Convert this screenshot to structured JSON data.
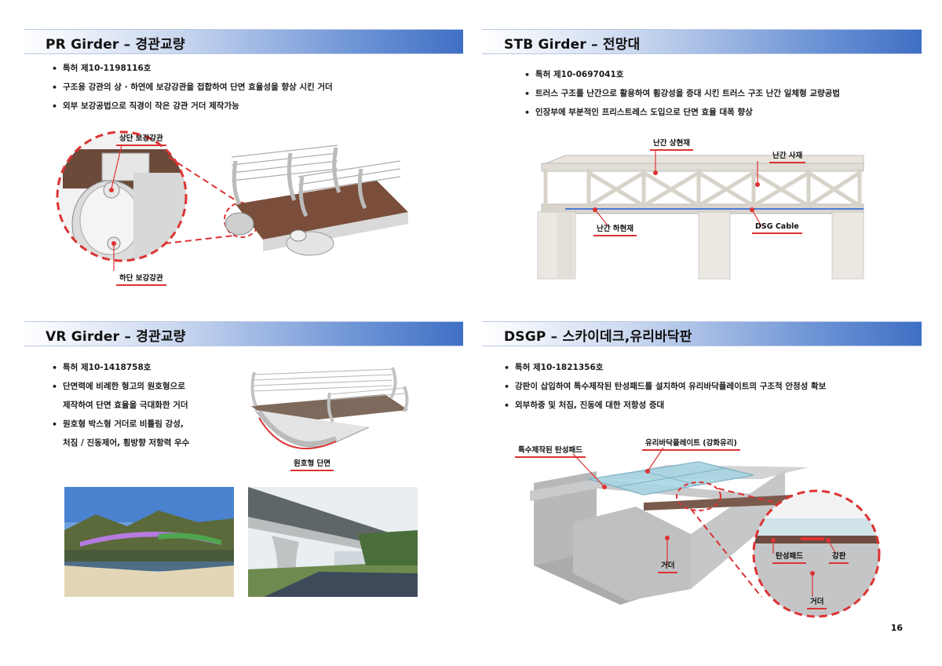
{
  "sections": {
    "pr": {
      "title": "PR Girder – 경관교량",
      "bullets": [
        "특허 제10-1198116호",
        "구조용 강관의 상 · 하연에 보강강관을 접합하여 단면 효율성을 향상 시킨 거더",
        "외부 보강공법으로 직경이 작은 강관 거더 제작가능"
      ],
      "callouts": {
        "top": "상단 보강강관",
        "bottom": "하단 보강강관"
      }
    },
    "stb": {
      "title": "STB Girder – 전망대",
      "bullets": [
        "특허 제10-0697041호",
        "트러스 구조를 난간으로 활용하여 휨강성을 증대 시킨 트러스 구조 난간 일체형 교량공법",
        "인장부에 부분적인 프리스트레스 도입으로 단면 효율 대폭 향상"
      ],
      "callouts": {
        "upper_chord": "난간 상현재",
        "diagonal": "난간 사재",
        "lower_chord": "난간 하현재",
        "cable": "DSG Cable"
      }
    },
    "vr": {
      "title": "VR Girder – 경관교량",
      "bullets": [
        "특허 제10-1418758호",
        "단면력에 비례한 형고의 원호형으로",
        "제작하여 단면 효율을 극대화한 거더",
        "원호형 박스형 거더로 비틀림 강성,",
        "처짐 / 진동제어, 횡방향 저항력 우수"
      ],
      "callouts": {
        "section": "원호형 단면"
      }
    },
    "dsgp": {
      "title": "DSGP – 스카이데크,유리바닥판",
      "bullets": [
        "특허 제10-1821356호",
        "강판이 삽입하여 특수제작된 탄성패드를 설치하여 유리바닥플레이트의 구조적 안정성 확보",
        "외부하중 및 처짐, 진동에 대한 저항성 증대"
      ],
      "callouts": {
        "pad": "특수제작된 탄성패드",
        "glass": "유리바닥플레이트 (강화유리)",
        "girder": "거더",
        "pad2": "탄성패드",
        "steel": "강판",
        "girder2": "거더"
      }
    }
  },
  "page_number": "16",
  "colors": {
    "accent_red": "#d33333",
    "header_blue": "#3f6fc4"
  }
}
